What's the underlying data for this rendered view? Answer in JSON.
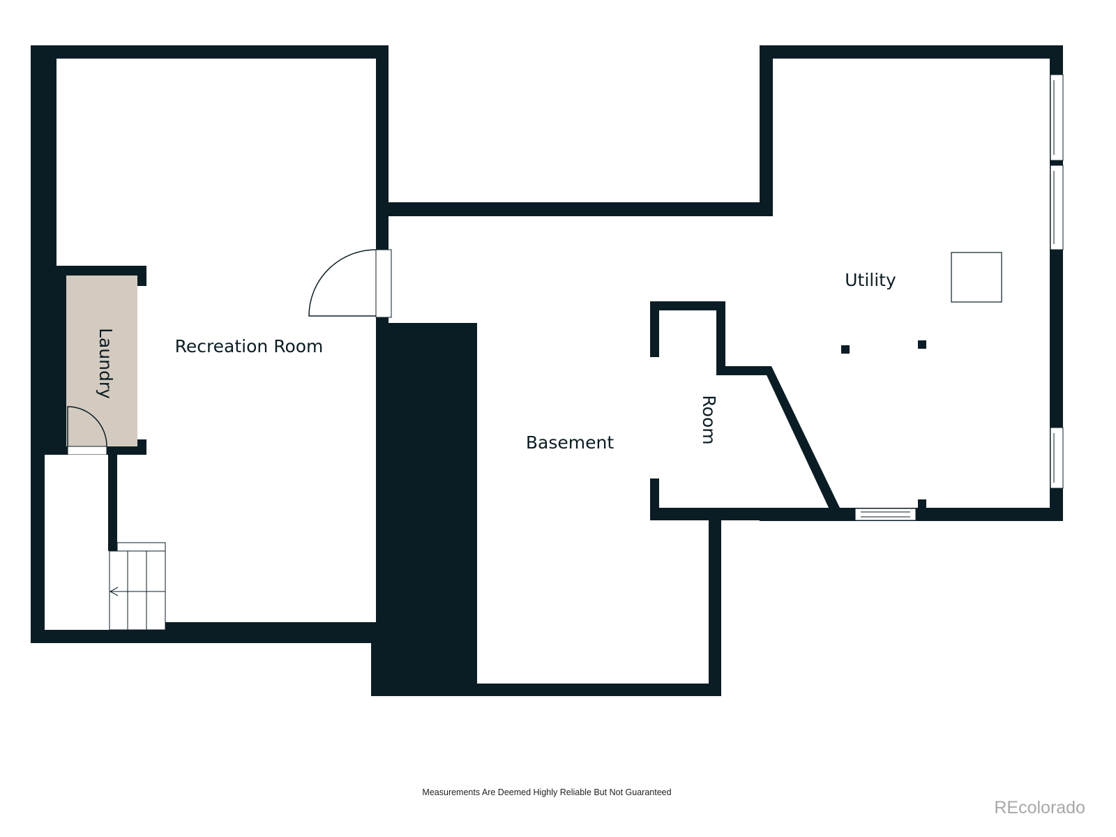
{
  "colors": {
    "wall": "#0b1d24",
    "laundry_fill": "#d4cbc0",
    "background": "#ffffff",
    "brand": "#a8a8a8"
  },
  "rooms": {
    "recreation": "Recreation Room",
    "laundry": "Laundry",
    "basement": "Basement",
    "utility": "Utility",
    "room": "Room"
  },
  "footer": {
    "disclaimer": "Measurements Are Deemed Highly Reliable But Not Guaranteed",
    "brand": "REcolorado"
  }
}
